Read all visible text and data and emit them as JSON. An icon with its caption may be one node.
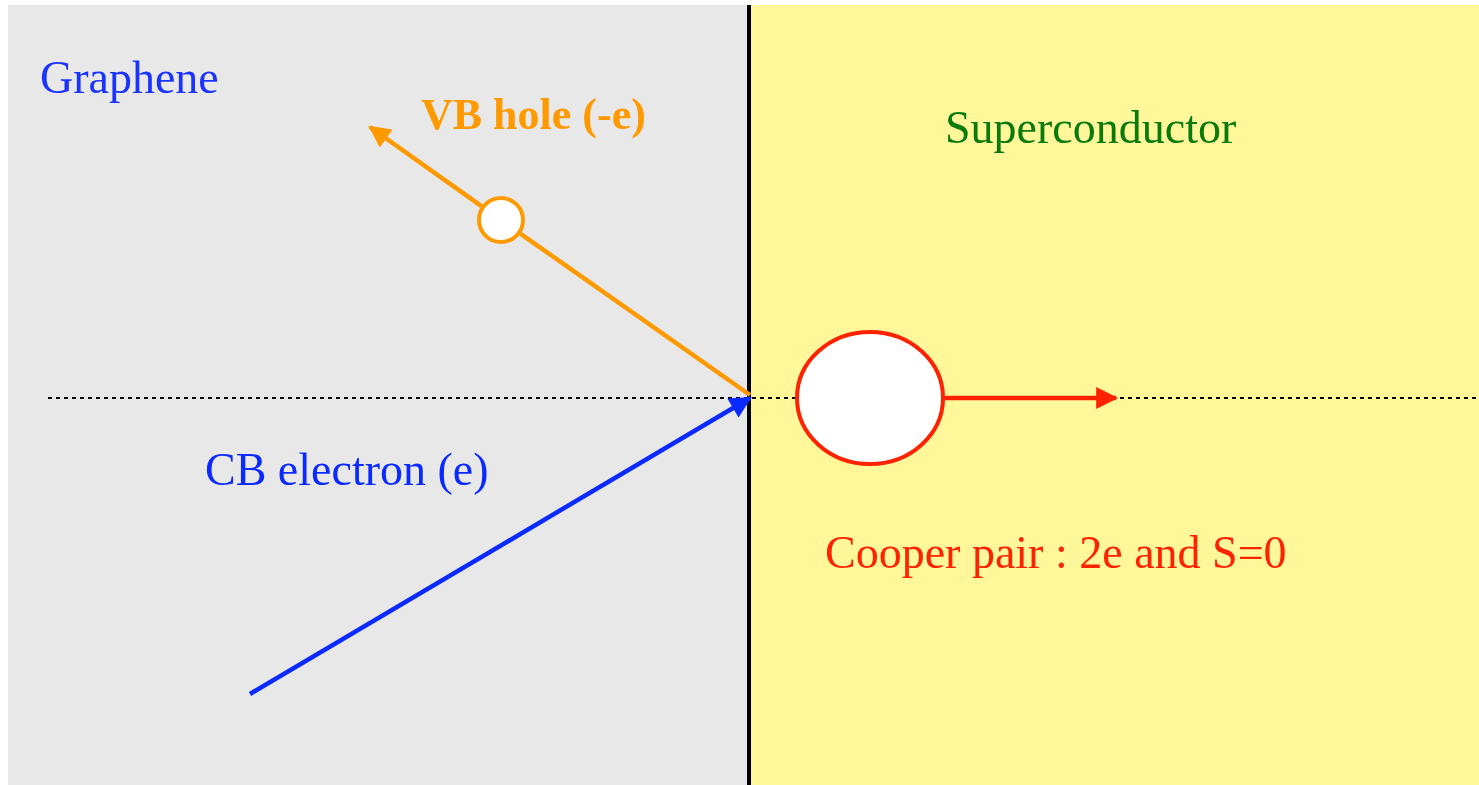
{
  "diagram": {
    "nodes": [
      {
        "text": [
          "Graphene"
        ]
      },
      {
        "text": [
          "Superconductor"
        ]
      },
      {
        "text": [],
        "shape": "circle",
        "in": 0,
        "beside": [
          "VB hole (-e)"
        ]
      },
      {
        "text": [],
        "shape": "circle",
        "in": 1,
        "beside": [
          "Cooper pair : 2e and S=0"
        ]
      }
    ],
    "edges": [
      {
        "from": 2,
        "to": null,
        "arrow": "to",
        "color": "#ff9900"
      },
      {
        "from": 1,
        "to": 2,
        "arrow": "none",
        "color": "#ff9900"
      },
      {
        "from": 3,
        "to": null,
        "arrow": "to",
        "color": "#ff2200"
      },
      {
        "from": null,
        "to": 1,
        "arrow": "to",
        "color": "#0a2aff"
      }
    ],
    "labels": [
      "CB electron (e)"
    ]
  }
}
